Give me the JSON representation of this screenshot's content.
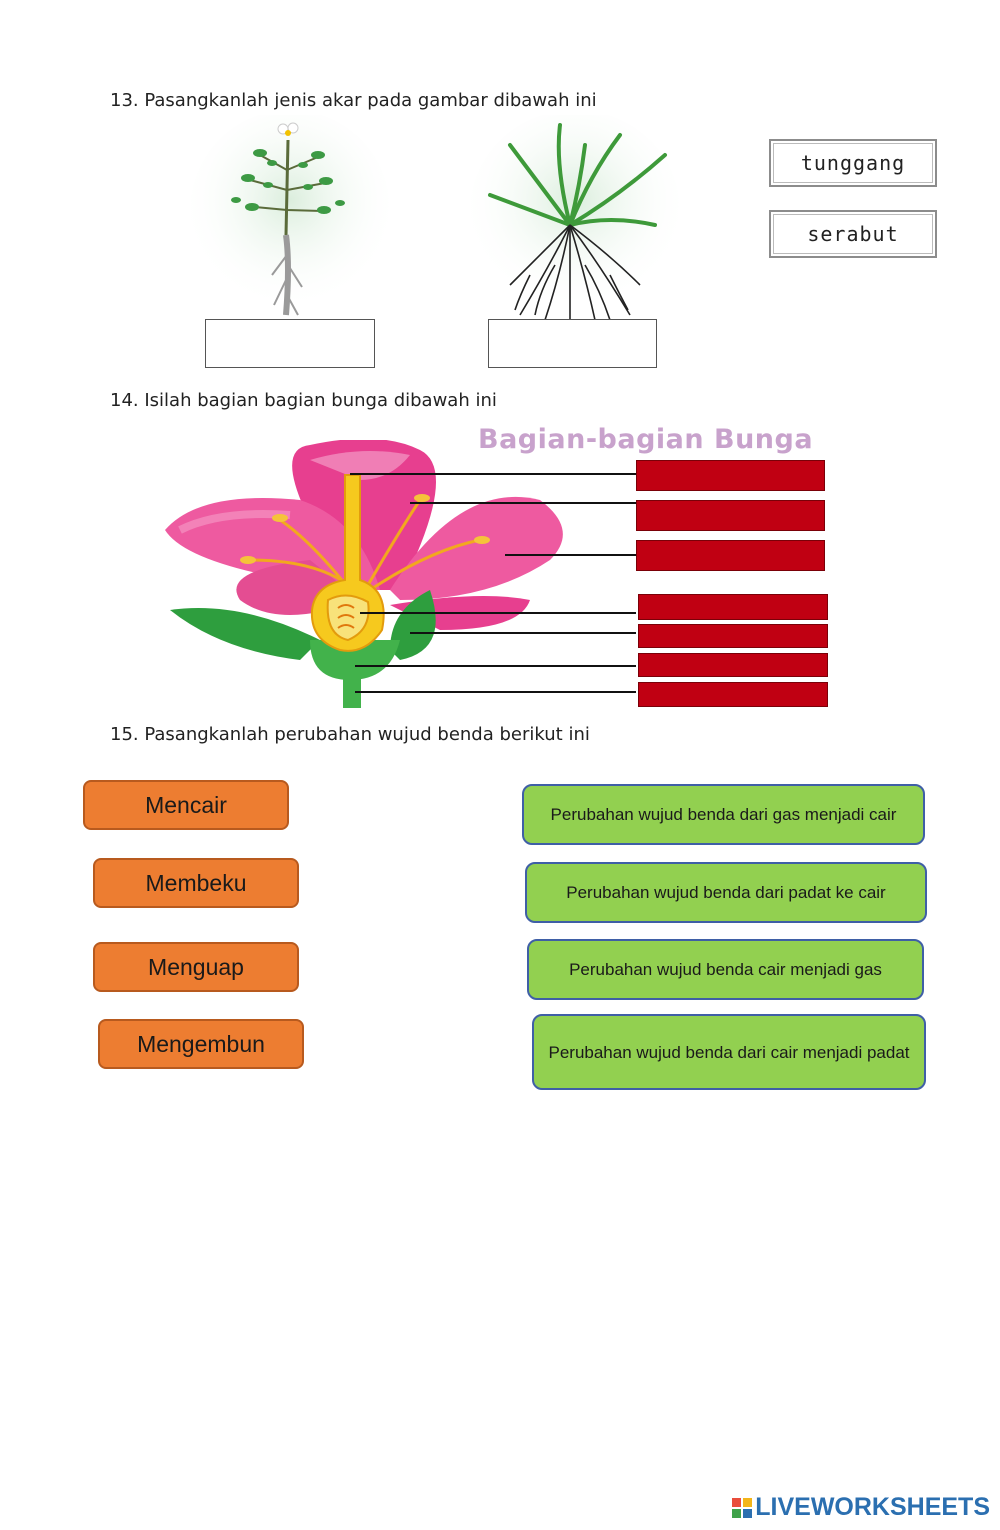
{
  "q13": {
    "title": "13. Pasangkanlah jenis akar pada gambar dibawah ini",
    "options": [
      "tunggang",
      "serabut"
    ]
  },
  "q14": {
    "title": "14. Isilah bagian bagian bunga dibawah ini",
    "diagram_title": "Bagian-bagian Bunga"
  },
  "q15": {
    "title": "15. Pasangkanlah perubahan wujud benda berikut ini",
    "terms": [
      "Mencair",
      "Membeku",
      "Menguap",
      "Mengembun"
    ],
    "definitions": [
      "Perubahan wujud benda  dari gas menjadi cair",
      "Perubahan wujud benda dari padat ke cair",
      "Perubahan wujud benda cair menjadi gas",
      "Perubahan wujud benda dari  cair menjadi padat"
    ]
  },
  "brand": {
    "text": "LIVEWORKSHEETS"
  },
  "colors": {
    "label_slot": "#c00012",
    "term_card": "#ed7d31",
    "definition_card": "#92d050",
    "brand": "#2b6fb0"
  },
  "icons": [
    "taproot-plant-illustration",
    "fibrous-root-plant-illustration",
    "flower-cross-section-illustration",
    "liveworksheets-logo-icon"
  ]
}
